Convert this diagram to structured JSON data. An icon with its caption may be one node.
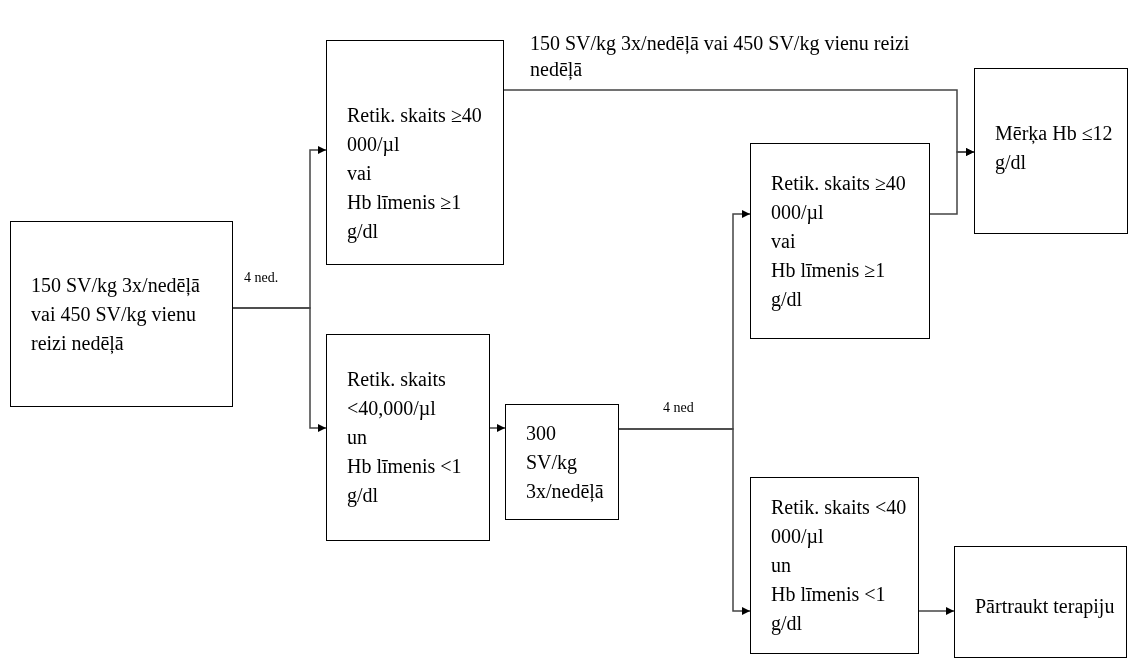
{
  "diagram": {
    "nodes": [
      {
        "text": [
          "150 SV/kg 3x/nedēļā vai 450 SV/kg vienu reizi nedēļā"
        ]
      },
      {
        "text": [
          "Retik. skaits ≥40 000/µl",
          "vai",
          "Hb līmenis ≥1 g/dl"
        ]
      },
      {
        "text": [
          "Retik. skaits <40,000/µl",
          "un",
          "Hb līmenis <1 g/dl"
        ]
      },
      {
        "text": [
          "300 SV/kg 3x/nedēļā"
        ]
      },
      {
        "text": [
          "Retik. skaits ≥40 000/µl",
          "vai",
          "Hb līmenis ≥1 g/dl"
        ]
      },
      {
        "text": [
          "Mērķa Hb ≤12 g/dl"
        ]
      },
      {
        "text": [
          "Retik. skaits <40 000/µl",
          "un",
          "Hb līmenis <1 g/dl"
        ]
      },
      {
        "text": [
          "Pārtraukt terapiju"
        ]
      }
    ],
    "edges": [
      {
        "from": 0,
        "to": 1,
        "arrow": "to",
        "label": "4 ned."
      },
      {
        "from": 0,
        "to": 2,
        "arrow": "to"
      },
      {
        "from": 1,
        "to": 5,
        "arrow": "to",
        "label": "150 SV/kg 3x/nedēļā vai 450 SV/kg vienu reizi nedēļā"
      },
      {
        "from": 2,
        "to": 3,
        "arrow": "to"
      },
      {
        "from": 3,
        "to": 4,
        "arrow": "to",
        "label": "4 ned"
      },
      {
        "from": 3,
        "to": 6,
        "arrow": "to"
      },
      {
        "from": 4,
        "to": 5,
        "arrow": "to"
      },
      {
        "from": 6,
        "to": 7,
        "arrow": "to"
      }
    ]
  }
}
